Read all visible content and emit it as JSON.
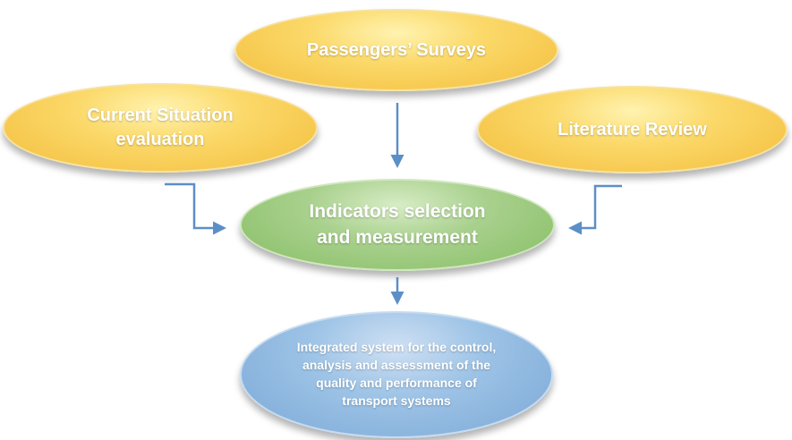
{
  "nodes": {
    "passengers_surveys": "Passengers’ Surveys",
    "current_situation": "Current Situation evaluation",
    "literature_review": "Literature Review",
    "indicators": "Indicators selection and measurement",
    "integrated_system": "Integrated system for the control, analysis and assessment of the quality and performance of transport systems"
  },
  "colors": {
    "source_nodes": "#fbd96a",
    "process_node": "#a9d18e",
    "output_node": "#9dc3e6",
    "arrows": "#5b8fc7"
  }
}
